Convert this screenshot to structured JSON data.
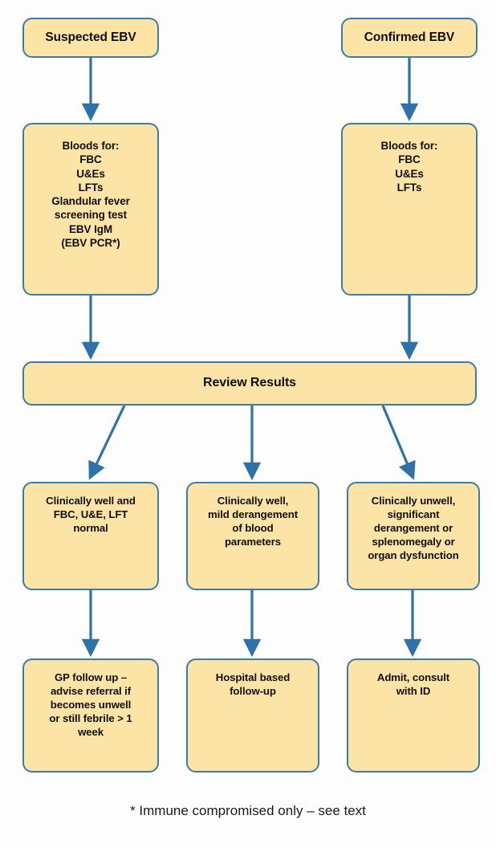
{
  "diagram": {
    "title_suspected": "Suspected EBV",
    "title_confirmed": "Confirmed EBV",
    "colors": {
      "node_fill": "#fce3a6",
      "node_border": "#3c7ca8",
      "arrow": "#2e72a8",
      "text": "#101010",
      "background": "#fdfdfd"
    },
    "nodes": {
      "suspected": "Suspected EBV",
      "confirmed": "Confirmed EBV",
      "bloods_suspected": "Bloods for:\nFBC\nU&Es\nLFTs\nGlandular fever\nscreening test\nEBV IgM\n(EBV PCR*)",
      "bloods_confirmed": "Bloods for:\nFBC\nU&Es\nLFTs",
      "review": "Review Results",
      "assess_1": "Clinically well and\nFBC, U&E, LFT\nnormal",
      "assess_2": "Clinically well,\nmild derangement\nof blood\nparameters",
      "assess_3": "Clinically unwell,\nsignificant\nderangement or\nsplenomegaly or\norgan dysfunction",
      "outcome_1": "GP follow up –\nadvise referral if\nbecomes unwell\nor still febrile > 1\nweek",
      "outcome_2": "Hospital based\nfollow-up",
      "outcome_3": "Admit, consult\nwith ID"
    },
    "footnote": "* Immune compromised only – see text"
  }
}
